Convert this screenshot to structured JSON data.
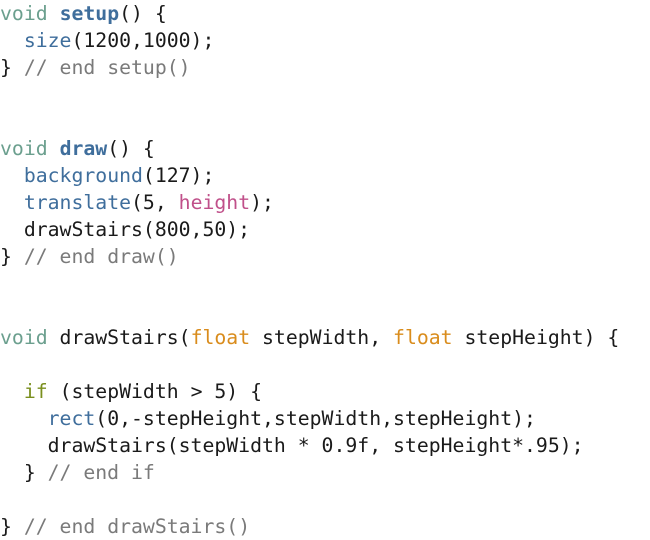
{
  "editor": {
    "colors": {
      "background": "#ffffff",
      "plain": "#1a1a1a",
      "keyword_type": "#6b9f8e",
      "keyword_flow": "#7a8f1e",
      "function": "#3f6e9c",
      "system_variable": "#c0508a",
      "primitive_type": "#d98c1c",
      "comment": "#7a7a7a"
    },
    "lines": [
      [
        [
          "kw-type",
          "void"
        ],
        [
          "plain",
          " "
        ],
        [
          "fn-def",
          "setup"
        ],
        [
          "plain",
          "() {"
        ]
      ],
      [
        [
          "plain",
          "  "
        ],
        [
          "fn-call",
          "size"
        ],
        [
          "plain",
          "(1200,1000);"
        ]
      ],
      [
        [
          "plain",
          "} "
        ],
        [
          "comment",
          "// end setup()"
        ]
      ],
      [],
      [],
      [
        [
          "kw-type",
          "void"
        ],
        [
          "plain",
          " "
        ],
        [
          "fn-def",
          "draw"
        ],
        [
          "plain",
          "() {"
        ]
      ],
      [
        [
          "plain",
          "  "
        ],
        [
          "fn-call",
          "background"
        ],
        [
          "plain",
          "(127);"
        ]
      ],
      [
        [
          "plain",
          "  "
        ],
        [
          "fn-call",
          "translate"
        ],
        [
          "plain",
          "(5, "
        ],
        [
          "var-sys",
          "height"
        ],
        [
          "plain",
          ");"
        ]
      ],
      [
        [
          "plain",
          "  drawStairs(800,50);"
        ]
      ],
      [
        [
          "plain",
          "} "
        ],
        [
          "comment",
          "// end draw()"
        ]
      ],
      [],
      [],
      [
        [
          "kw-type",
          "void"
        ],
        [
          "plain",
          " drawStairs("
        ],
        [
          "type-prim",
          "float"
        ],
        [
          "plain",
          " stepWidth, "
        ],
        [
          "type-prim",
          "float"
        ],
        [
          "plain",
          " stepHeight) {"
        ]
      ],
      [],
      [
        [
          "plain",
          "  "
        ],
        [
          "kw-flow",
          "if"
        ],
        [
          "plain",
          " (stepWidth > 5) {"
        ]
      ],
      [
        [
          "plain",
          "    "
        ],
        [
          "fn-call",
          "rect"
        ],
        [
          "plain",
          "(0,-stepHeight,stepWidth,stepHeight);"
        ]
      ],
      [
        [
          "plain",
          "    drawStairs(stepWidth * 0.9f, stepHeight*.95);"
        ]
      ],
      [
        [
          "plain",
          "  } "
        ],
        [
          "comment",
          "// end if"
        ]
      ],
      [],
      [
        [
          "plain",
          "} "
        ],
        [
          "comment",
          "// end drawStairs()"
        ]
      ]
    ]
  }
}
